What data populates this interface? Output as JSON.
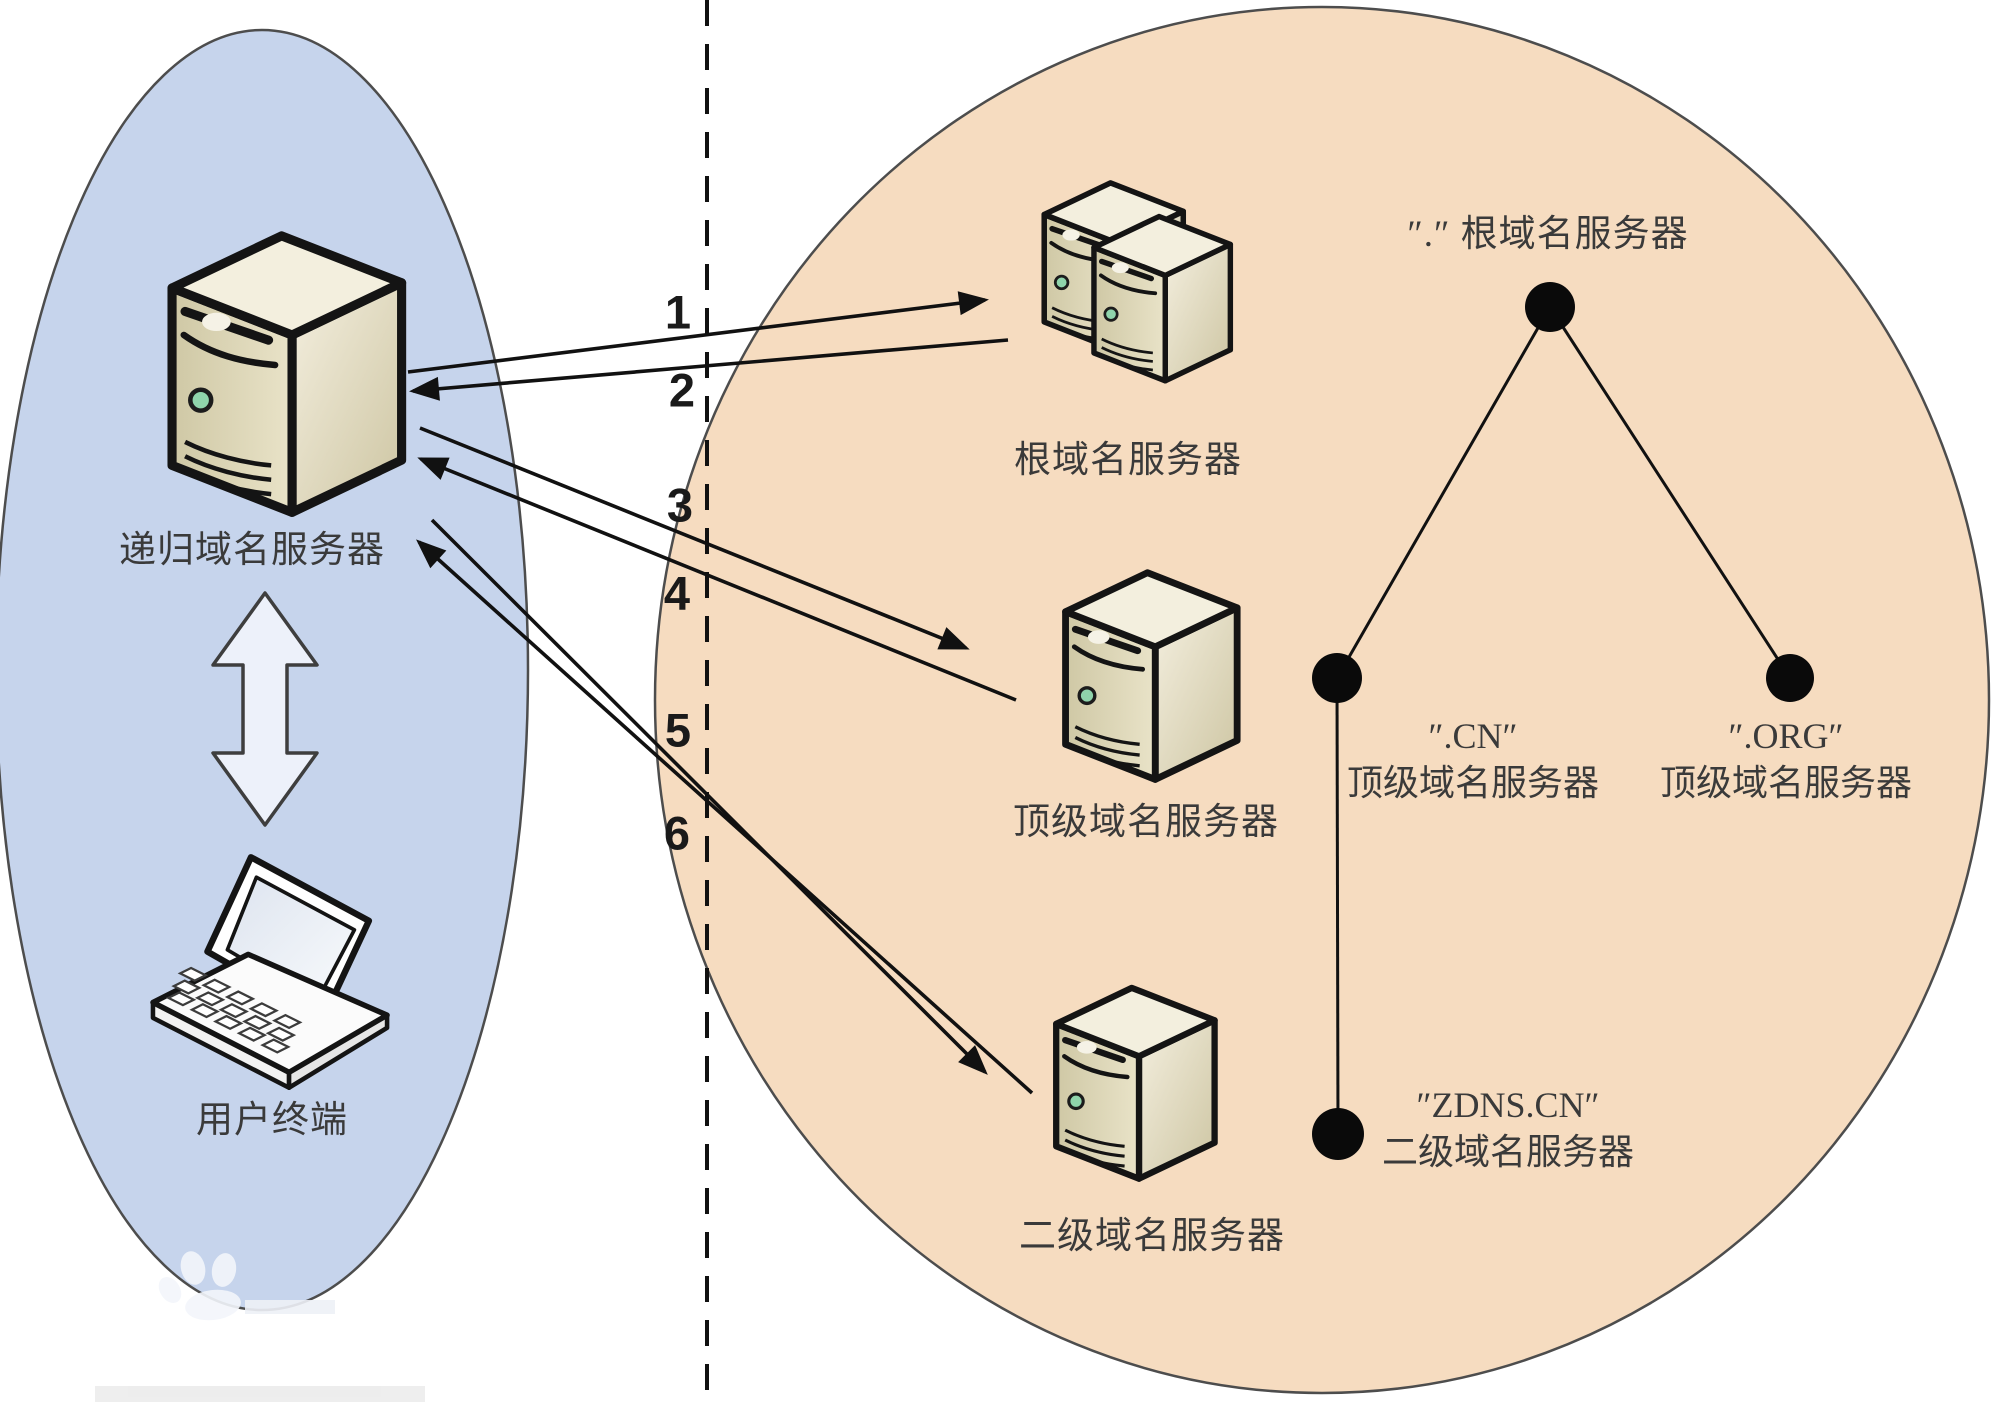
{
  "diagram": {
    "name": "dns-recursive-resolution-diagram"
  },
  "colors": {
    "client_zone_fill": "#c6d4ec",
    "dns_zone_fill": "#f6dcc0",
    "zone_border": "#4d4d4d",
    "arrow": "#111111",
    "text": "#3a3a3a"
  },
  "client_zone": {
    "recursive_server_label": "递归域名服务器",
    "user_terminal_label": "用户终端"
  },
  "dns_zone": {
    "root_server_label": "根域名服务器",
    "tld_server_label": "顶级域名服务器",
    "sld_server_label": "二级域名服务器"
  },
  "tree": {
    "root": {
      "label": "″.″ 根域名服务器"
    },
    "cn": {
      "line1": "″.CN″",
      "line2": "顶级域名服务器"
    },
    "org": {
      "line1": "″.ORG″",
      "line2": "顶级域名服务器"
    },
    "zdns": {
      "line1": "″ZDNS.CN″",
      "line2": "二级域名服务器"
    }
  },
  "steps": [
    {
      "label": "1"
    },
    {
      "label": "2"
    },
    {
      "label": "3"
    },
    {
      "label": "4"
    },
    {
      "label": "5"
    },
    {
      "label": "6"
    }
  ]
}
